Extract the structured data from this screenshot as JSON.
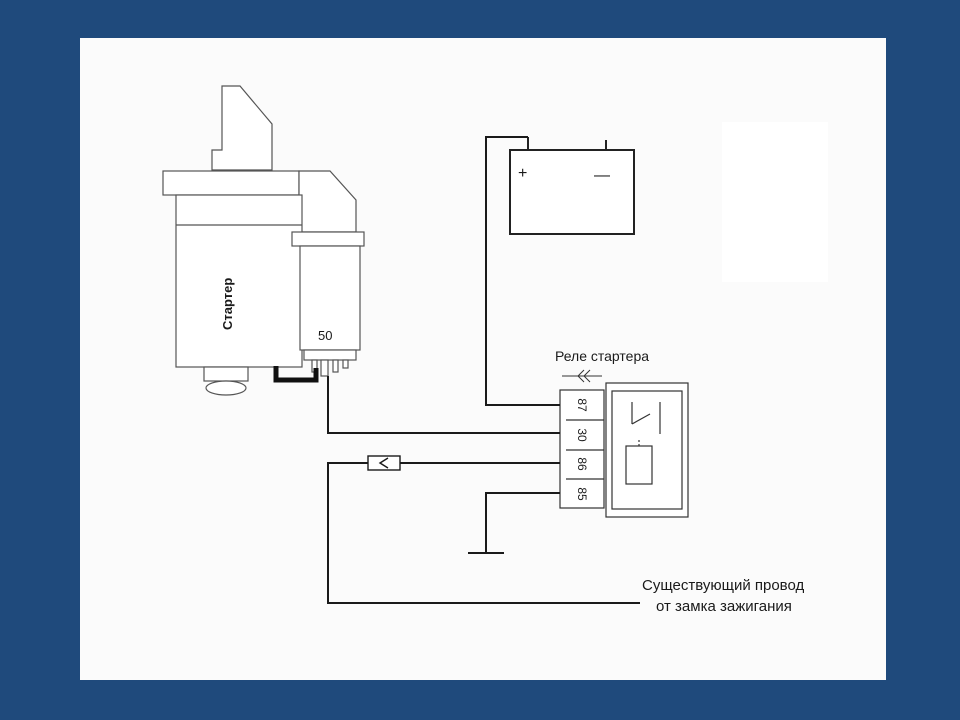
{
  "starter": {
    "label": "Стартер",
    "terminal": "50"
  },
  "battery": {
    "plus": "+",
    "minus": "—"
  },
  "relay": {
    "title": "Реле стартера",
    "pins": [
      "87",
      "30",
      "86",
      "85"
    ]
  },
  "ignition_wire": {
    "line1": "Существующий провод",
    "line2": "от замка зажигания"
  },
  "colors": {
    "frame": "#1f4a7c",
    "background": "#fbfbfb",
    "line": "#1a1a1a"
  }
}
